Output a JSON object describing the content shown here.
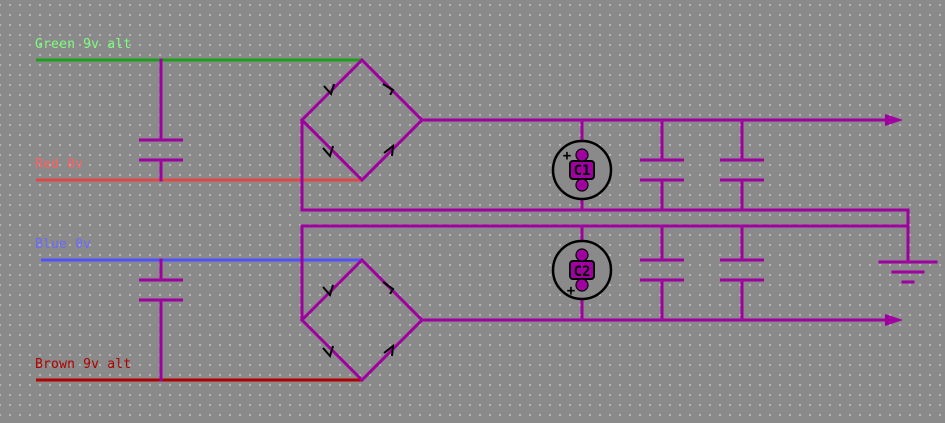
{
  "labels": {
    "green": "Green 9v alt",
    "red": "Red 0v",
    "blue": "Blue 0v",
    "brown": "Brown 9v alt"
  },
  "components": {
    "c1": "C1",
    "c2": "C2",
    "plus": "+"
  },
  "colors": {
    "background": "#8a8a8a",
    "grid_dot": "#bdbdbd",
    "wire": "#a000a0",
    "green": "#1aa01a",
    "red": "#e04848",
    "blue": "#5050ff",
    "brown": "#b00000",
    "green_label": "#7cff7c",
    "red_label": "#ff6060",
    "blue_label": "#6a6aff",
    "brown_label": "#b00000"
  }
}
